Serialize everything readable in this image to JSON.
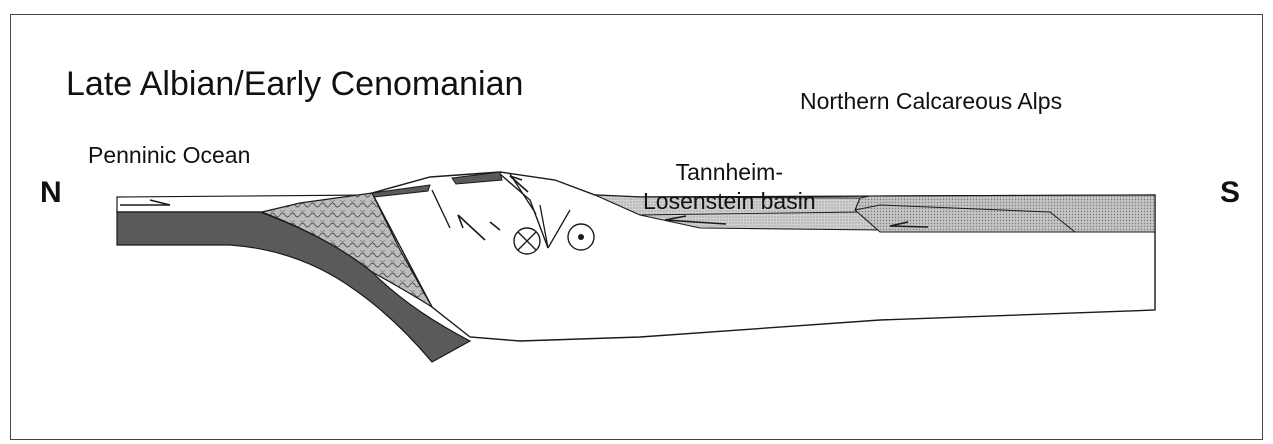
{
  "title": "Late Albian/Early Cenomanian",
  "labels": {
    "penninic_ocean": "Penninic Ocean",
    "tannheim_line1": "Tannheim-",
    "tannheim_line2": "Losenstein basin",
    "northern_calcareous_alps": "Northern Calcareous Alps"
  },
  "directions": {
    "north": "N",
    "south": "S"
  },
  "colors": {
    "oceanic_slab": "#5a5a5a",
    "melange": "#b9b9b9",
    "basin_fill": "#c9c9c9",
    "alps_block": "#d4d4d4",
    "upper_plate": "#ffffff",
    "line": "#1a1a1a"
  },
  "symbols": [
    "motion-away-symbol",
    "motion-toward-symbol"
  ]
}
